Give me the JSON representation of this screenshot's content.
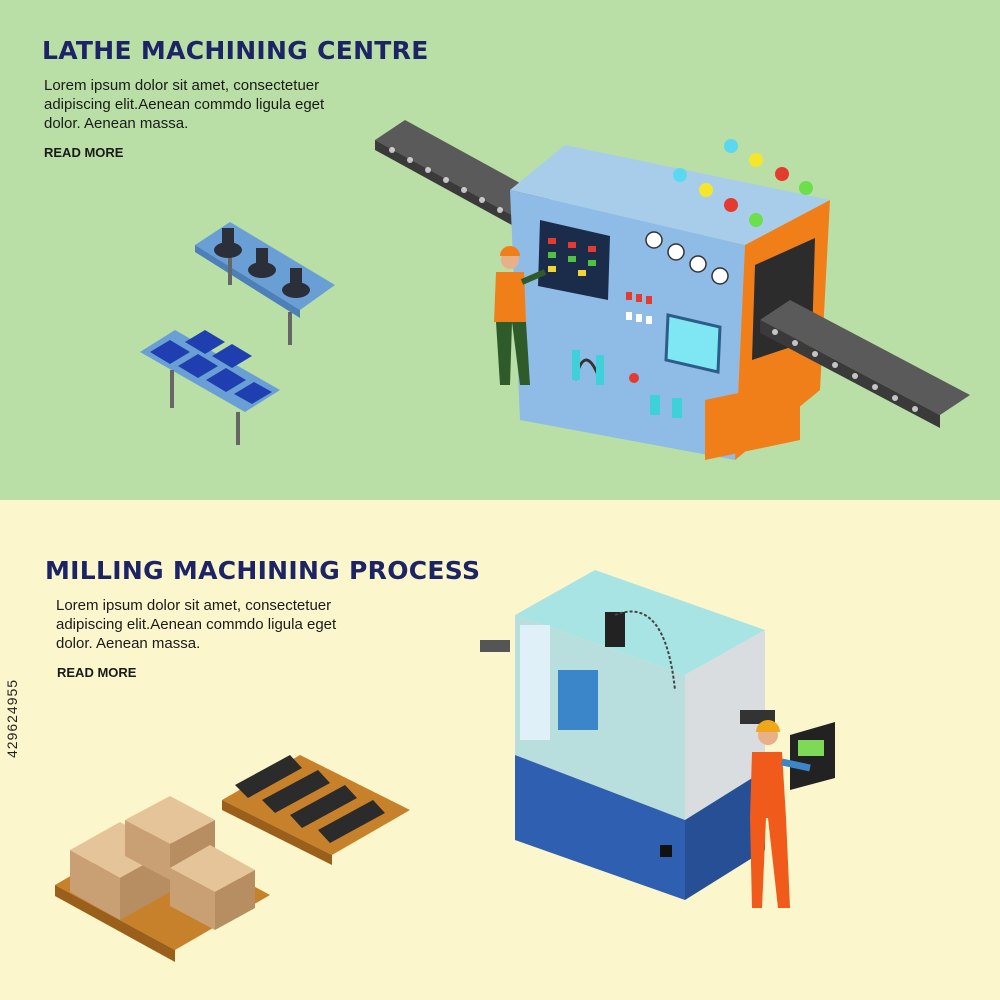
{
  "sections": [
    {
      "title": "LATHE MACHINING CENTRE",
      "body": "Lorem ipsum dolor sit amet, consectetuer adipiscing elit.Aenean commdo ligula eget dolor. Aenean massa.",
      "read_more": "READ MORE"
    },
    {
      "title": "MILLING MACHINING PROCESS",
      "body": "Lorem ipsum dolor sit amet, consectetuer adipiscing elit.Aenean commdo ligula eget dolor. Aenean massa.",
      "read_more": "READ MORE"
    }
  ],
  "stock_id": "429624955",
  "colors": {
    "top_background": "#b9dfa6",
    "bottom_background": "#fbf6cc",
    "title": "#1c2466",
    "machine_blue": "#8fbce6",
    "machine_orange": "#f07f1a",
    "mill_body": "#d9dde0",
    "mill_base": "#2f5fb0"
  }
}
